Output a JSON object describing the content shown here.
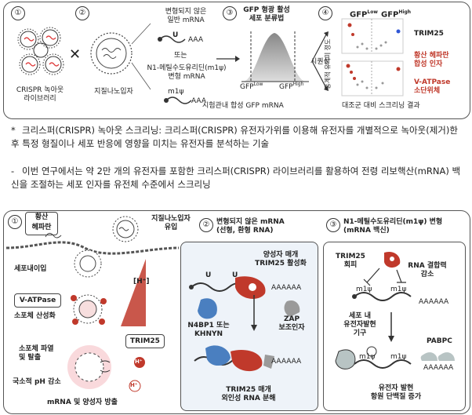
{
  "top": {
    "step_numbers": [
      "①",
      "②",
      "③",
      "④"
    ],
    "crispr_library": "CRISPR 녹아웃\n라이브러리",
    "lipid_nanoparticle": "지질나노입자",
    "cross": "✕",
    "unmodified_mrna": "변형되지 않은\n일반 mRNA",
    "or": "또는",
    "modified_mrna": "N1-메틸수도유리딘(m1ψ)\n변형 mRNA",
    "u_label": "U",
    "aaa": "AAA",
    "m1psi": "m1ψ",
    "sorting_title": "GFP 형광 활성\n세포 분류법",
    "gfp_low": "GFP",
    "gfp_high": "GFP",
    "sup_low": "Low",
    "sup_high": "High",
    "gfp_mrna_caption": "시험관내 합성 GFP mRNA",
    "sequencing": "시퀀싱",
    "y_axis": "통계적 유의미 정도",
    "x_axis": "대조군 대비 스크리닝 결과",
    "trim25": "TRIM25",
    "heparan": "황산 헤파란\n합성 인자",
    "vatpase": "V-ATPase\n소단위체"
  },
  "notes": {
    "note1_mark": "*",
    "note1": "크리스퍼(CRISPR) 녹아웃 스크리닝: 크리스퍼(CRISPR) 유전자가위를 이용해 유전자를 개별적으로 녹아웃(제거)한 후 특정 형질이나 세포 반응에 영향을 미치는 유전자를 분석하는 기술",
    "note2_mark": "-",
    "note2": "이번 연구에서는 약 2만 개의 유전자를 포함한 크리스퍼(CRISPR) 라이브러리를 활용하여 전령 리보핵산(mRNA) 백신을 조절하는 세포 인자를 유전체 수준에서 스크리닝"
  },
  "bottom": {
    "step_numbers": [
      "①",
      "②",
      "③"
    ],
    "heparan_box": "황산\n헤파란",
    "lnp_entry": "지질나노입자\n유입",
    "endocytosis": "세포내이입",
    "h_plus": "[H⁺]",
    "vatpase_box": "V-ATPase",
    "acidification": "소포체 산성화",
    "rupture": "소포체 파열\n및 탈출",
    "ph_drop": "국소적 pH 감소",
    "trim25_box": "TRIM25",
    "release": "mRNA 및 양성자 방출",
    "hplus": "H⁺",
    "p2_title": "변형되지 않은 mRNA\n(선형, 환형 RNA)",
    "p2_activation": "양성자 매개\nTRIM25 활성화",
    "p2_n4bp1": "N4BP1 또는\nKHNYN",
    "p2_zap": "ZAP\n보조인자",
    "p2_degradation": "TRIM25 매개\n외인성 RNA 분해",
    "u": "U",
    "aaaaaa": "AAAAAA",
    "p3_title": "N1-메틸수도유리딘(m1ψ) 변형\n(mRNA 백신)",
    "p3_evasion": "TRIM25\n회피",
    "p3_affinity": "RNA 결합력\n감소",
    "p3_translation": "세포 내\n유전자발현\n기구",
    "p3_pabpc": "PABPC",
    "p3_result": "유전자 발현\n항원 단백질 증가",
    "m1psi": "m1ψ"
  },
  "colors": {
    "red": "#c0392b",
    "pink": "#f3c6c6",
    "blue_ribbon": "#4a7fc0",
    "panel_bg": "#eef3f9",
    "gray_protein": "#b8c4c4",
    "dark_mrna": "#333333",
    "volcano_blue": "#3057d6"
  },
  "icons": [
    "volcano-plot",
    "histogram",
    "virus-particle",
    "lipid-nanoparticle",
    "cell-membrane",
    "proton-arrow"
  ]
}
